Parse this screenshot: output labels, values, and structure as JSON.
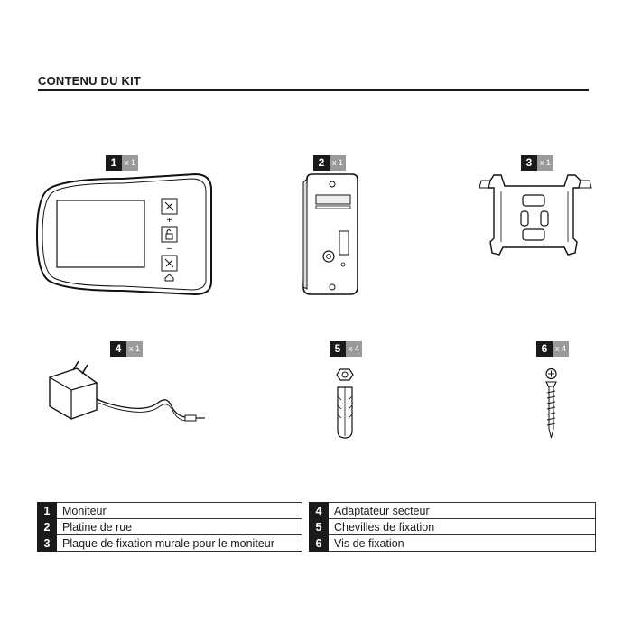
{
  "title": "CONTENU DU KIT",
  "items": [
    {
      "number": "1",
      "qty": "x 1",
      "label": "Moniteur"
    },
    {
      "number": "2",
      "qty": "x 1",
      "label": "Platine de rue"
    },
    {
      "number": "3",
      "qty": "x 1",
      "label": "Plaque de fixation murale pour le moniteur"
    },
    {
      "number": "4",
      "qty": "x 1",
      "label": "Adaptateur secteur"
    },
    {
      "number": "5",
      "qty": "x 4",
      "label": "Chevilles de fixation"
    },
    {
      "number": "6",
      "qty": "x 4",
      "label": "Vis de fixation"
    }
  ],
  "monitor_symbols": {
    "plus": "+",
    "minus": "–"
  }
}
